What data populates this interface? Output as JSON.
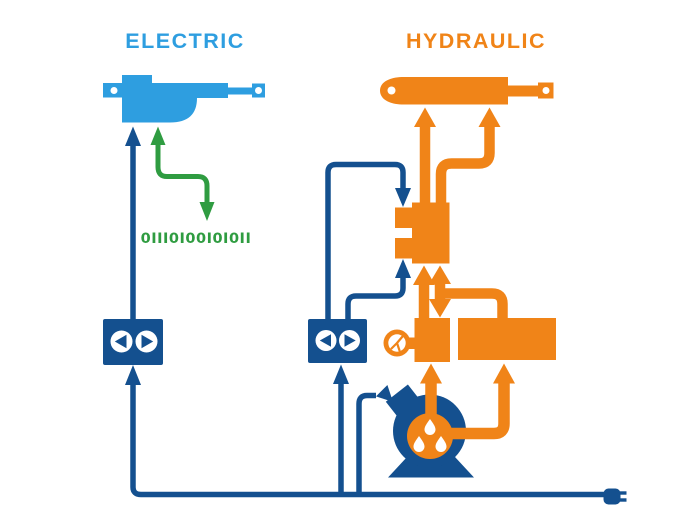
{
  "titles": {
    "electric": "ELECTRIC",
    "hydraulic": "HYDRAULIC"
  },
  "electric_section": {
    "binary_code": "0III0I00I0I0II",
    "components": [
      "electric-actuator",
      "controller-box",
      "digital-signal-arrow"
    ]
  },
  "hydraulic_section": {
    "components": [
      "hydraulic-cylinder",
      "valve-block",
      "pump-manifold",
      "pressure-gauge",
      "oil-reservoir",
      "oil-pump",
      "controller-box"
    ]
  },
  "power": {
    "components": [
      "power-plug",
      "power-line"
    ]
  },
  "colors": {
    "navy": "#14508F",
    "light_blue": "#2E9EE0",
    "orange": "#F08418",
    "green": "#2F9C41",
    "white": "#FFFFFF"
  }
}
